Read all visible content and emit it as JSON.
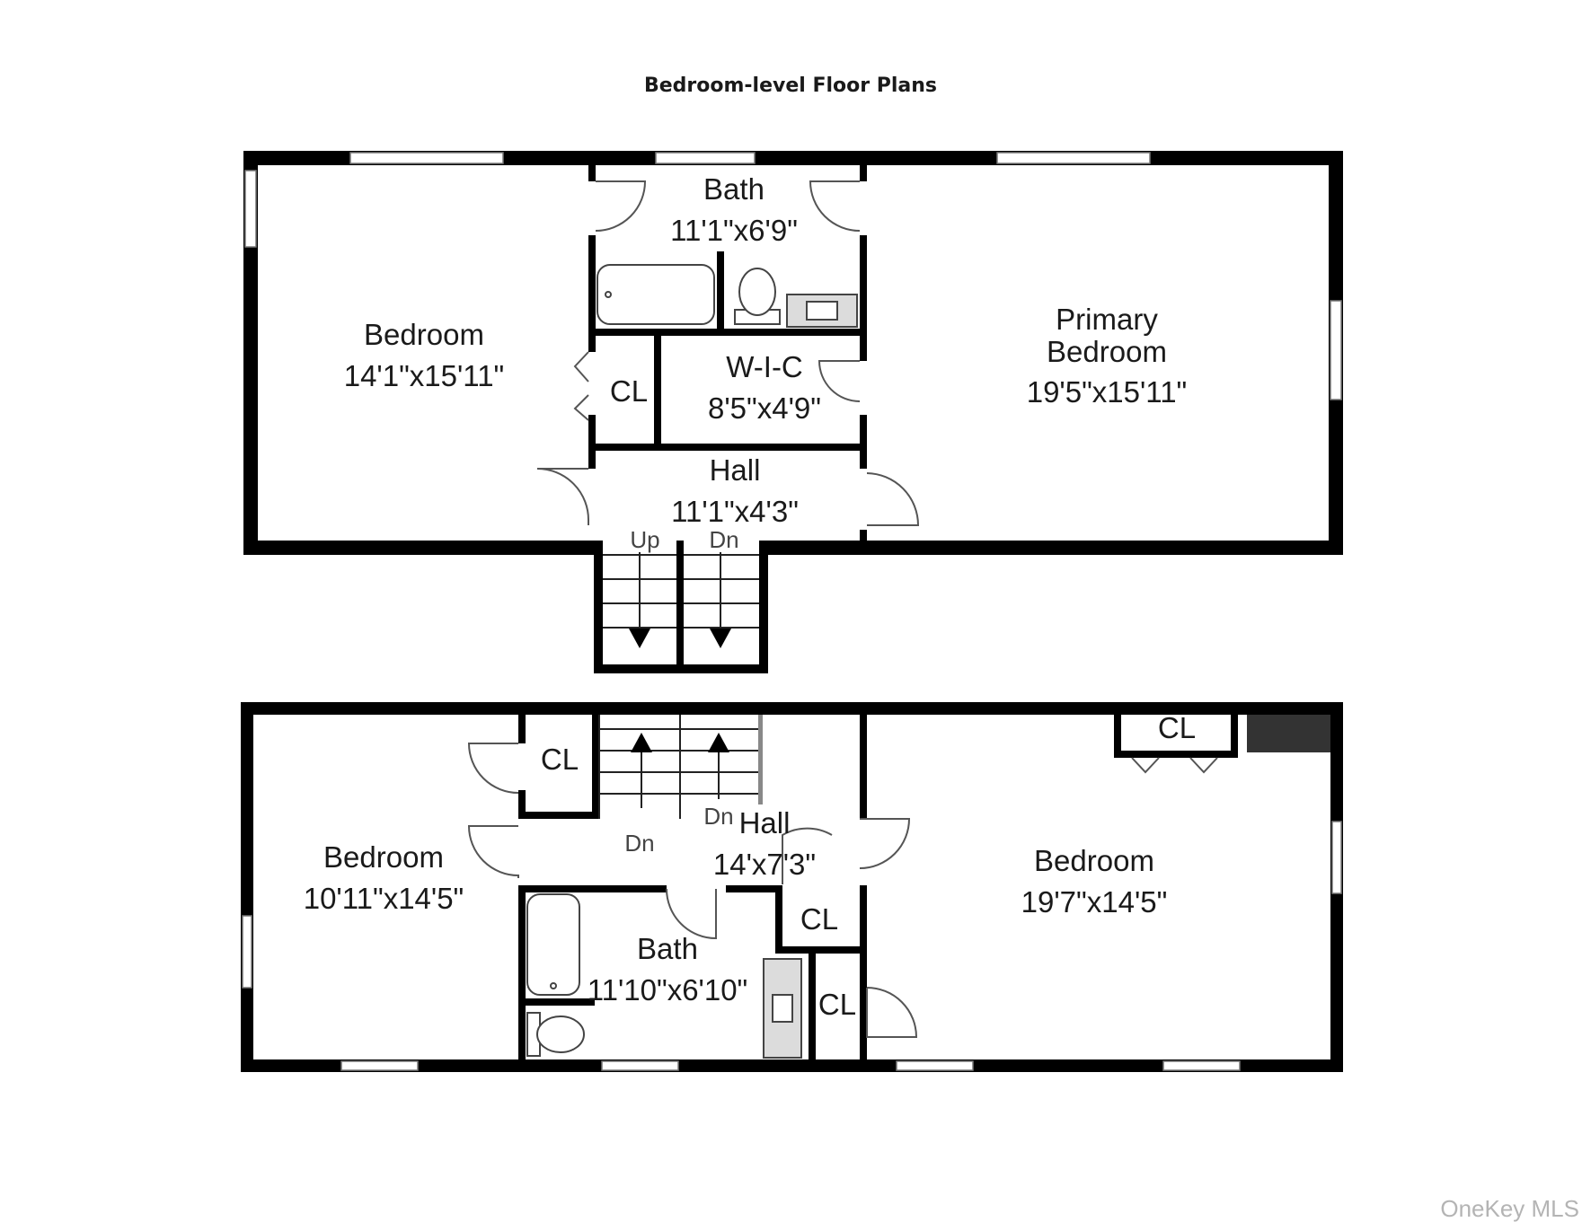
{
  "title": "Bedroom-level Floor Plans",
  "watermark": "OneKey MLS",
  "upper_floor": {
    "bedroom": {
      "name": "Bedroom",
      "size": "14'1\"x15'11\""
    },
    "bath": {
      "name": "Bath",
      "size": "11'1\"x6'9\""
    },
    "closet": {
      "name": "CL"
    },
    "wic": {
      "name": "W-I-C",
      "size": "8'5\"x4'9\""
    },
    "hall": {
      "name": "Hall",
      "size": "11'1\"x4'3\""
    },
    "primary_bedroom": {
      "name_line1": "Primary",
      "name_line2": "Bedroom",
      "size": "19'5\"x15'11\""
    },
    "stairs": {
      "up": "Up",
      "down": "Dn"
    }
  },
  "lower_floor": {
    "bedroom_left": {
      "name": "Bedroom",
      "size": "10'11\"x14'5\""
    },
    "closet_left": {
      "name": "CL"
    },
    "hall": {
      "name": "Hall",
      "size": "14'x7'3\""
    },
    "stairs": {
      "down_1": "Dn",
      "down_2": "Dn"
    },
    "bath": {
      "name": "Bath",
      "size": "11'10\"x6'10\""
    },
    "closet_mid_1": {
      "name": "CL"
    },
    "closet_mid_2": {
      "name": "CL"
    },
    "closet_right": {
      "name": "CL"
    },
    "bedroom_right": {
      "name": "Bedroom",
      "size": "19'7\"x14'5\""
    }
  }
}
